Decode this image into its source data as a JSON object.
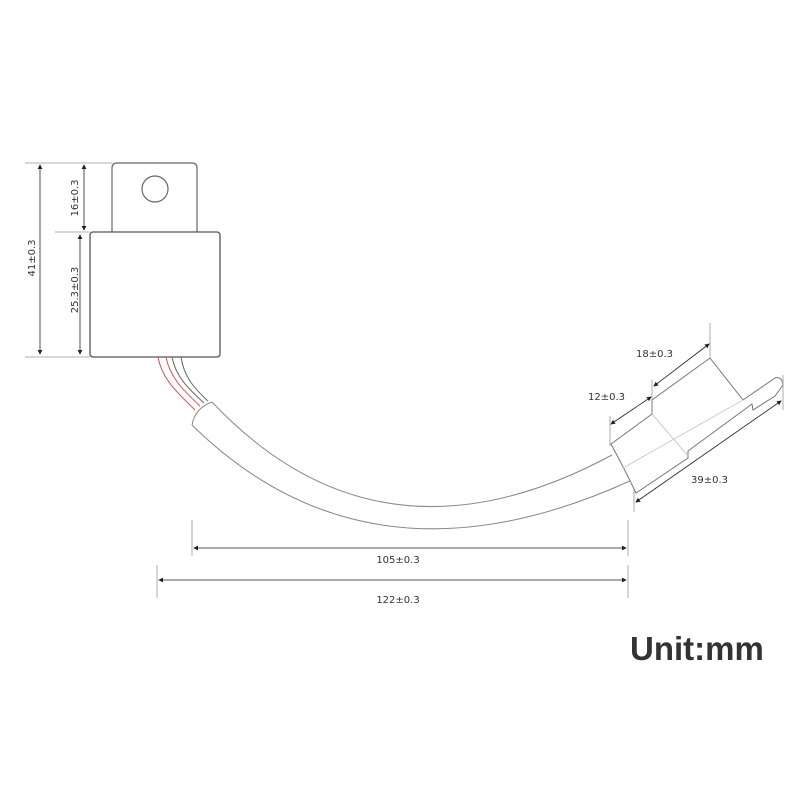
{
  "dimensions": {
    "total_height": "41±0.3",
    "tab_height": "16±0.3",
    "body_height": "25.3±0.3",
    "connector_front": "18±0.3",
    "connector_rear": "12±0.3",
    "connector_length": "39±0.3",
    "cable_length": "105±0.3",
    "overall_length": "122±0.3"
  },
  "unit_label": "Unit:mm",
  "colors": {
    "line": "#555555",
    "dim_line": "#999999",
    "wire_red": "#d9534f"
  }
}
